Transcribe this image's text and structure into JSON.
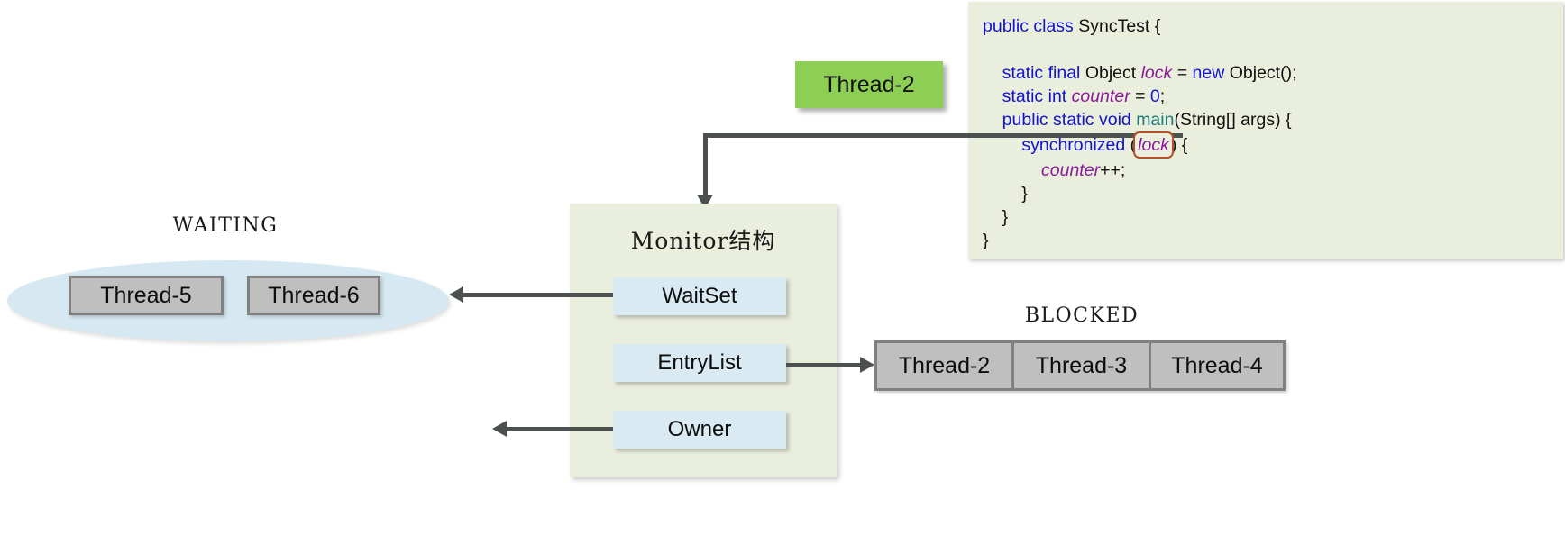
{
  "diagram": {
    "title": "Java synchronized Monitor structure diagram"
  },
  "code_panel": {
    "name": "SyncTest source code",
    "lines": [
      "public class SyncTest {",
      "",
      "    static final Object lock = new Object();",
      "    static int counter = 0;",
      "    public static void main(String[] args) {",
      "        synchronized (lock) {",
      "            counter++;",
      "        }",
      "    }",
      "}"
    ],
    "tokens": {
      "public": "public",
      "class": "class",
      "SyncTest": "SyncTest",
      "brace_open": "{",
      "brace_close": "}",
      "static": "static",
      "final": "final",
      "Object": "Object",
      "lock": "lock",
      "equals": "=",
      "new": "new",
      "object_ctor": "Object();",
      "int": "int",
      "counter": "counter",
      "zero": "0",
      "semicolon": ";",
      "void": "void",
      "main": "main",
      "main_args": "(String[] args) {",
      "synchronized": "synchronized",
      "lock_paren_open": "(",
      "lock_paren_close": ") {",
      "counter_inc": "++;"
    },
    "background": "#eaeedc",
    "highlight_border": "#b44f28"
  },
  "running_thread": {
    "label": "Thread-2",
    "color": "#8dce54"
  },
  "monitor": {
    "title": "Monitor结构",
    "background": "#eaeedc",
    "slot_color": "#d9eaf3",
    "slots": [
      {
        "key": "waitset",
        "label": "WaitSet"
      },
      {
        "key": "entrylist",
        "label": "EntryList"
      },
      {
        "key": "owner",
        "label": "Owner"
      }
    ]
  },
  "waiting_group": {
    "label": "WAITING",
    "ellipse_color": "#d6e9f2",
    "threads": [
      {
        "label": "Thread-5"
      },
      {
        "label": "Thread-6"
      }
    ]
  },
  "blocked_group": {
    "label": "BLOCKED",
    "box_color": "#bfbfbf",
    "border_color": "#808080",
    "threads": [
      {
        "label": "Thread-2"
      },
      {
        "label": "Thread-3"
      },
      {
        "label": "Thread-4"
      }
    ]
  },
  "connectors": {
    "line_color": "#4c514f",
    "code_to_monitor": "arrow from synchronized(lock) down into Monitor structure",
    "waitset_to_waiting": "arrow from WaitSet to WAITING ellipse",
    "entrylist_to_blocked": "arrow from EntryList to BLOCKED queue",
    "owner_out": "arrow from Owner pointing left"
  }
}
